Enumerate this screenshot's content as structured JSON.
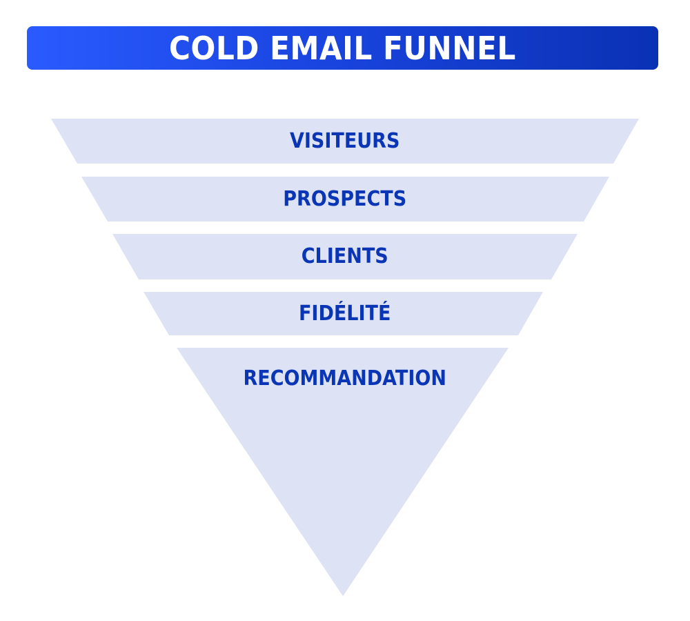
{
  "header": {
    "title": "COLD EMAIL FUNNEL",
    "gradient_start": "#2a5bff",
    "gradient_end": "#0a31b4"
  },
  "funnel": {
    "fill_color": "#dde3f4",
    "text_color": "#0a36b5",
    "stages": [
      {
        "label": "VISITEURS"
      },
      {
        "label": "PROSPECTS"
      },
      {
        "label": "CLIENTS"
      },
      {
        "label": "FIDÉLITÉ"
      },
      {
        "label": "RECOMMANDATION"
      }
    ]
  }
}
